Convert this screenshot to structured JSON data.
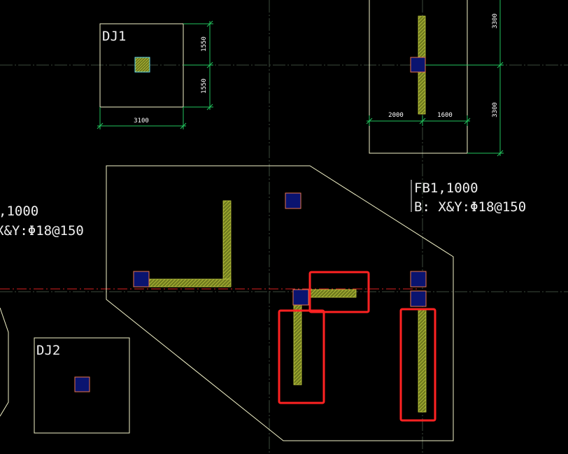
{
  "labels": {
    "dj1": "DJ1",
    "dj2": "DJ2",
    "fb1_title": "FB1,1000",
    "fb1_rebar": "B: X&Y:Φ18@150",
    "left_title": ",1000",
    "left_rebar": "X&Y:Φ18@150"
  },
  "dimensions": {
    "dj1_top": "1550",
    "dj1_bottom": "1550",
    "dj1_width": "3100",
    "tr_left": "2000",
    "tr_right": "1600",
    "tr_top": "3300",
    "tr_bottom": "3300"
  },
  "colors": {
    "background": "#000000",
    "outline": "#f2f2c8",
    "dimension": "#22c55e",
    "axis": "#3c4a3c",
    "centerline": "#d92020",
    "wall_fill": "#6f7a1e",
    "column_fill": "#0a1470",
    "column_border": "#e8744a",
    "highlight": "#ff2222",
    "text": "#f0f0f0"
  }
}
